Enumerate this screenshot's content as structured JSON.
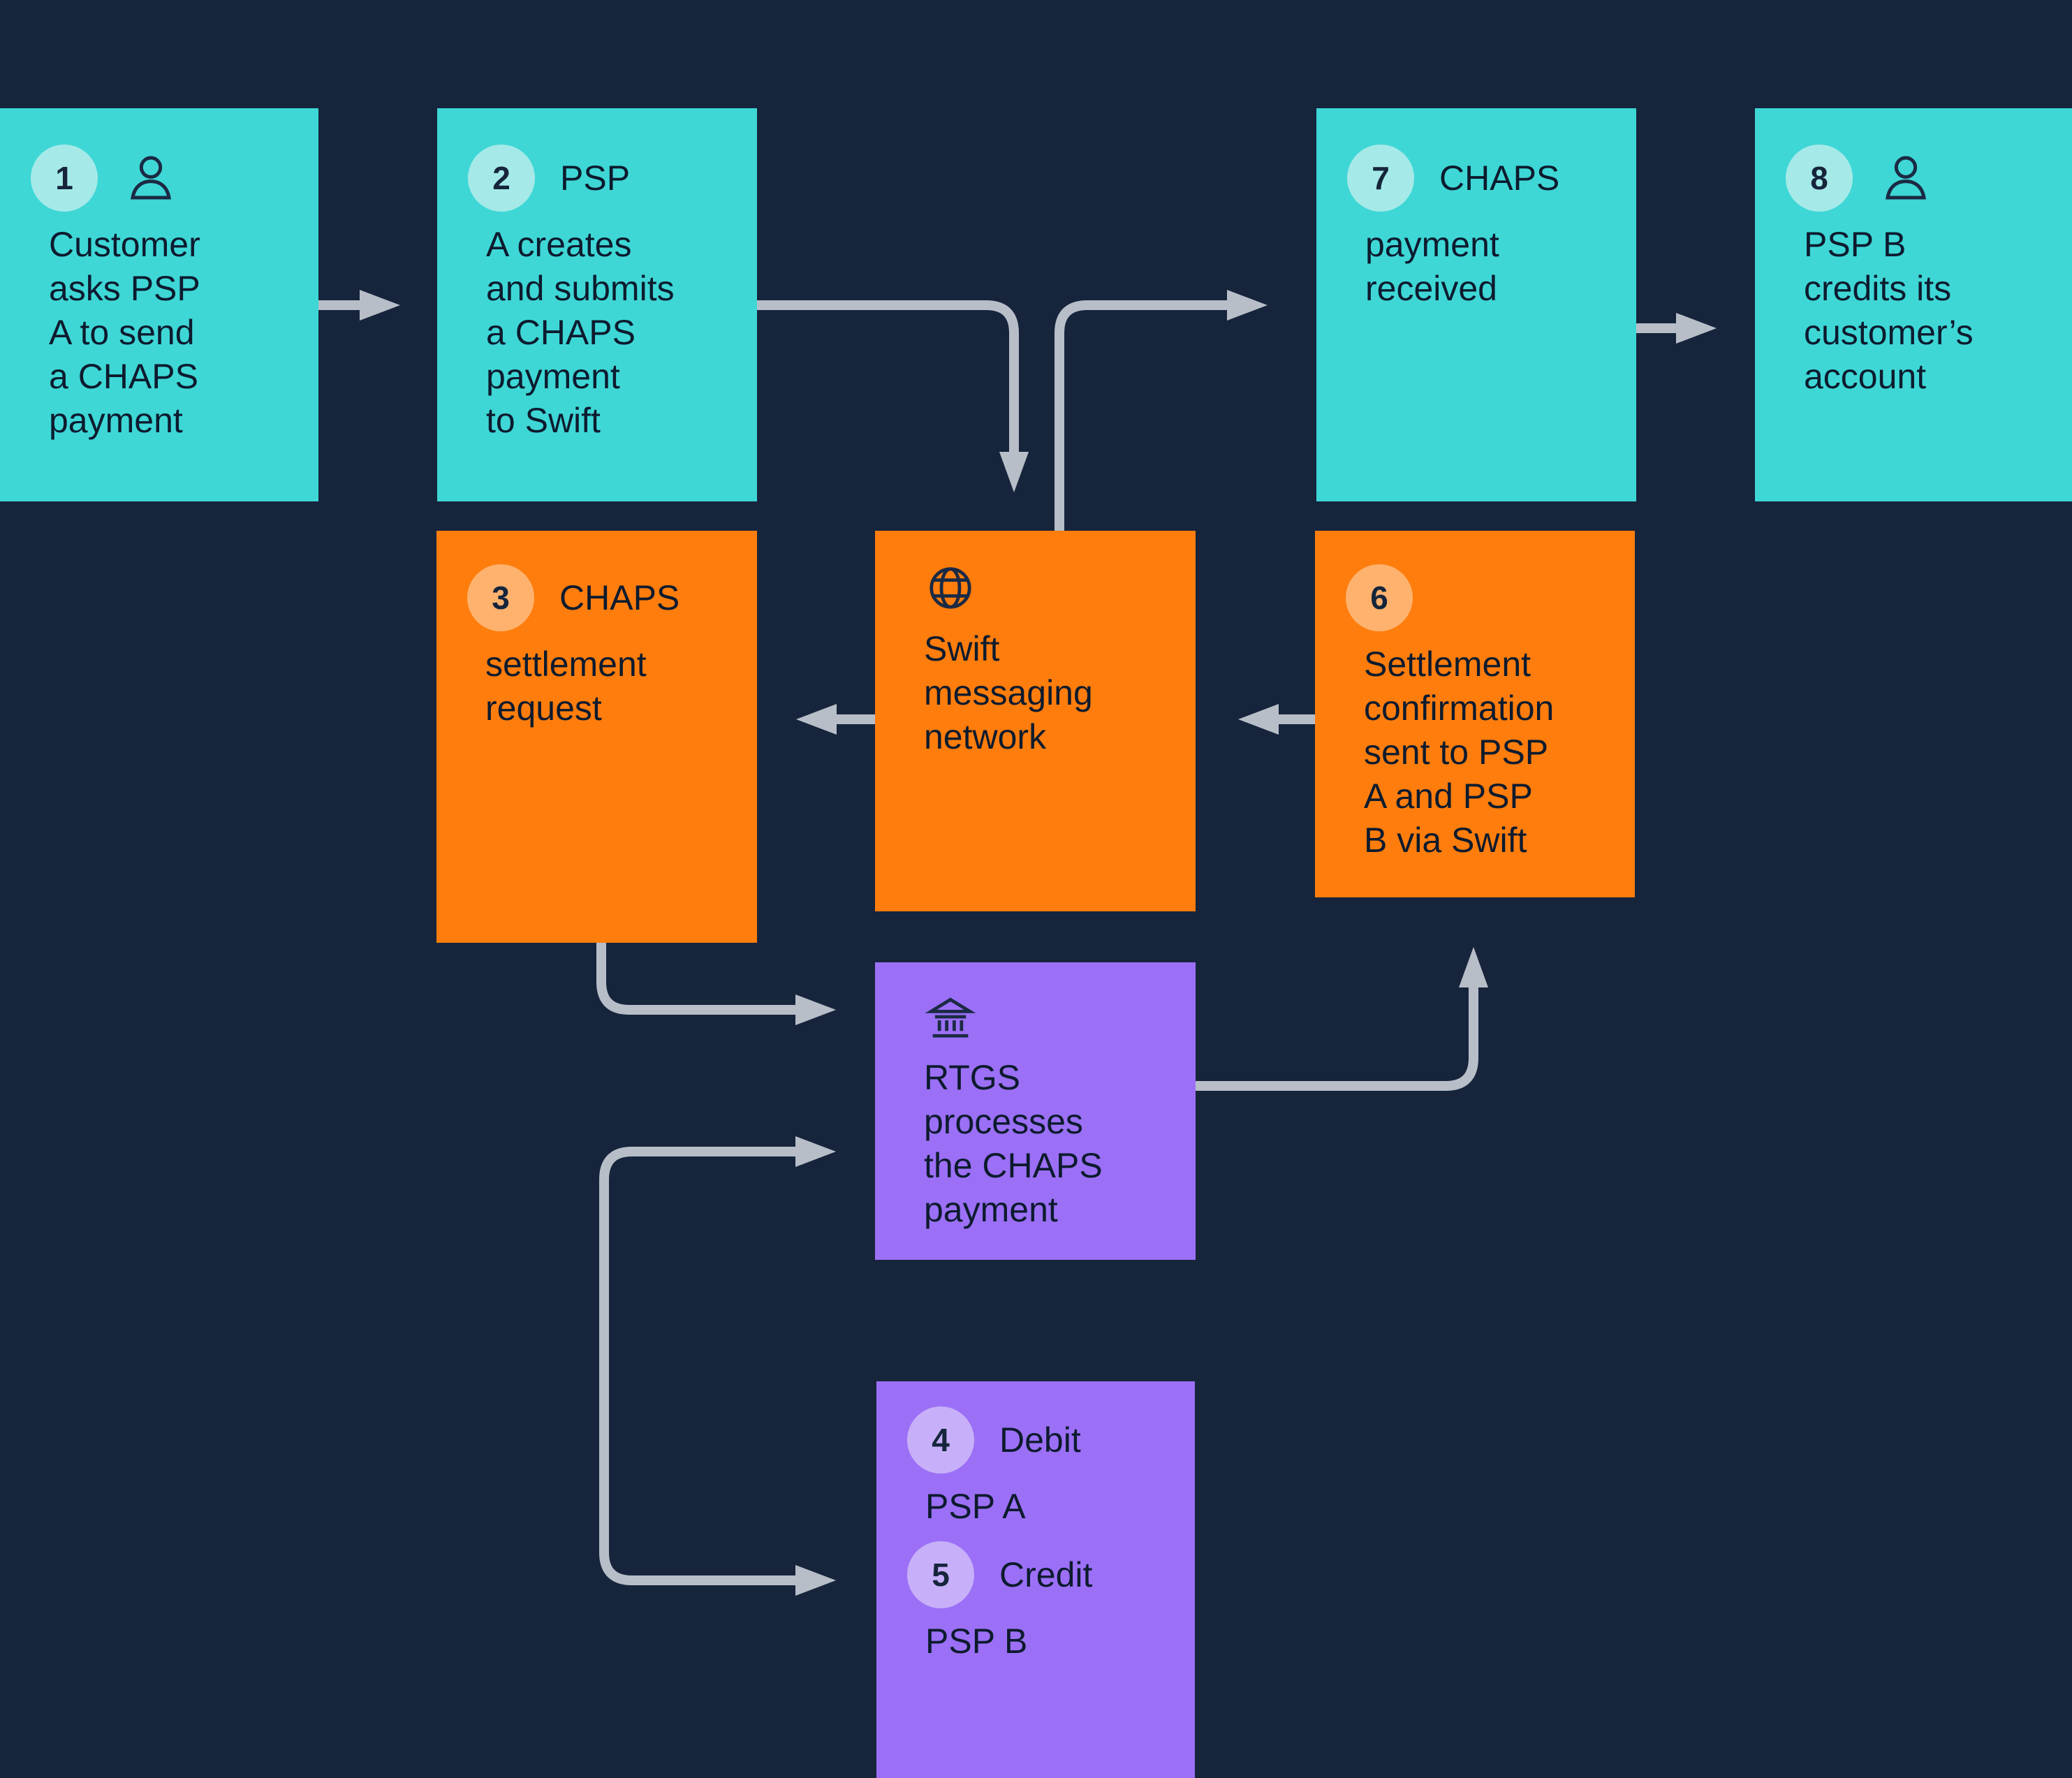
{
  "colors": {
    "background": "#16253c",
    "teal_box": "#3ed7d6",
    "orange_box": "#fe7d0d",
    "purple_box": "#9b70f6",
    "teal_badge": "#a5eae8",
    "orange_badge": "#ffb26e",
    "purple_badge": "#c7b0f9",
    "arrow": "#b8bec8",
    "text": "#0d1b2e"
  },
  "boxes": {
    "b1": {
      "badge": "1",
      "icon": "person-icon",
      "lines": [
        "Customer",
        "asks PSP",
        "A to send",
        "a CHAPS",
        "payment"
      ]
    },
    "b2": {
      "badge": "2",
      "inline": "PSP",
      "lines": [
        "A creates",
        "and submits",
        "a CHAPS",
        "payment",
        "to Swift"
      ]
    },
    "b7": {
      "badge": "7",
      "inline": "CHAPS",
      "lines": [
        "payment",
        "received"
      ]
    },
    "b8": {
      "badge": "8",
      "icon": "person-icon",
      "lines": [
        "PSP B",
        "credits its",
        "customer’s",
        "account"
      ]
    },
    "b3": {
      "badge": "3",
      "inline": "CHAPS",
      "lines": [
        "settlement",
        "request"
      ]
    },
    "swift": {
      "icon": "globe-icon",
      "lines": [
        "Swift",
        "messaging",
        "network"
      ]
    },
    "b6": {
      "badge": "6",
      "lines": [
        "Settlement",
        "confirmation",
        "sent to PSP",
        "A and PSP",
        "B via Swift"
      ]
    },
    "rtgs": {
      "icon": "bank-icon",
      "lines": [
        "RTGS",
        "processes",
        "the CHAPS",
        "payment"
      ]
    },
    "b45": {
      "items": [
        {
          "badge": "4",
          "inline": "Debit",
          "lines": [
            "PSP A"
          ]
        },
        {
          "badge": "5",
          "inline": "Credit",
          "lines": [
            "PSP B"
          ]
        }
      ]
    }
  },
  "connections": [
    {
      "from": "step-1-customer-request",
      "to": "step-2-psp-a-submits"
    },
    {
      "from": "step-2-psp-a-submits",
      "to": "swift-messaging-network"
    },
    {
      "from": "swift-messaging-network",
      "to": "step-7-chaps-payment-received"
    },
    {
      "from": "step-7-chaps-payment-received",
      "to": "step-8-psp-b-credits"
    },
    {
      "from": "swift-messaging-network",
      "to": "step-3-chaps-settlement-request"
    },
    {
      "from": "step-6-settlement-confirmation",
      "to": "swift-messaging-network"
    },
    {
      "from": "step-3-chaps-settlement-request",
      "to": "rtgs-processes-payment"
    },
    {
      "from": "rtgs-processes-payment",
      "to": "step-6-settlement-confirmation"
    },
    {
      "from": "spine",
      "to": "rtgs-processes-payment"
    },
    {
      "from": "spine",
      "to": "steps-4-5-debit-credit"
    }
  ]
}
